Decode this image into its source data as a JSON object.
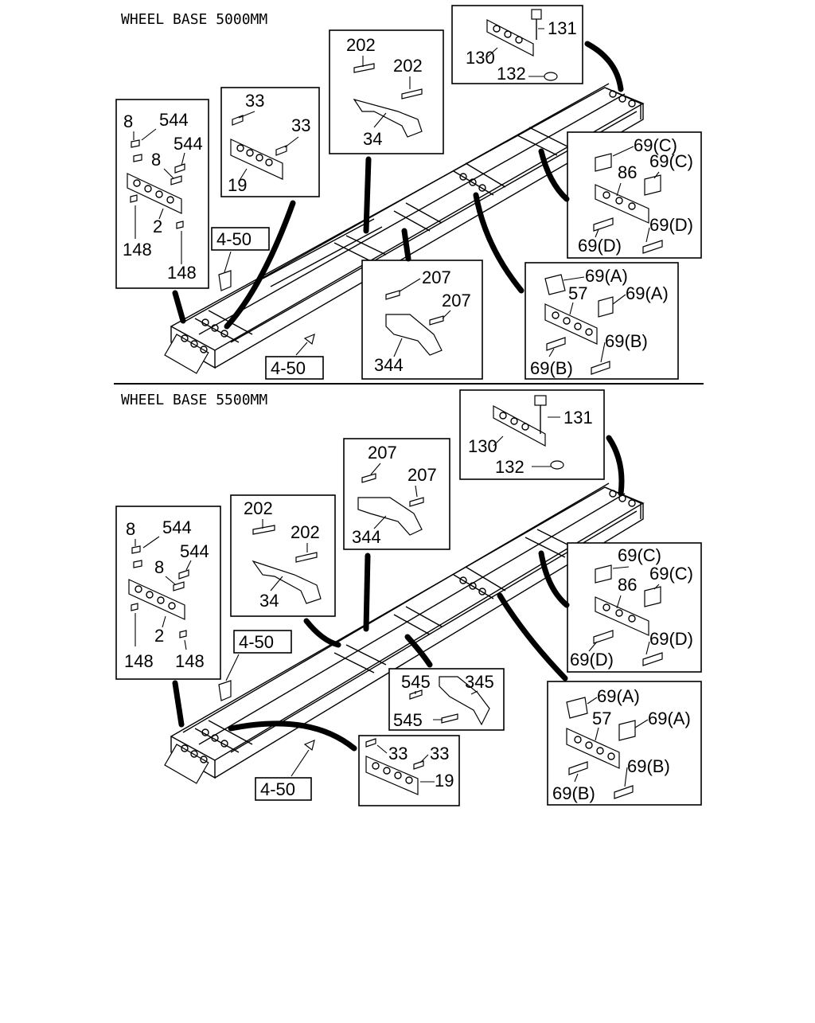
{
  "sections": {
    "top": {
      "title": "WHEEL BASE 5000MM"
    },
    "bottom": {
      "title": "WHEEL BASE 5500MM"
    }
  },
  "labels": {
    "p131": "131",
    "p130": "130",
    "p132": "132",
    "p202": "202",
    "p34": "34",
    "p33": "33",
    "p19": "19",
    "p8": "8",
    "p544": "544",
    "p2": "2",
    "p148": "148",
    "p69c": "69(C)",
    "p86": "86",
    "p69d": "69(D)",
    "p69a": "69(A)",
    "p57": "57",
    "p69b": "69(B)",
    "p207": "207",
    "p344": "344",
    "p545": "545",
    "p345": "345",
    "ref450": "4-50"
  }
}
